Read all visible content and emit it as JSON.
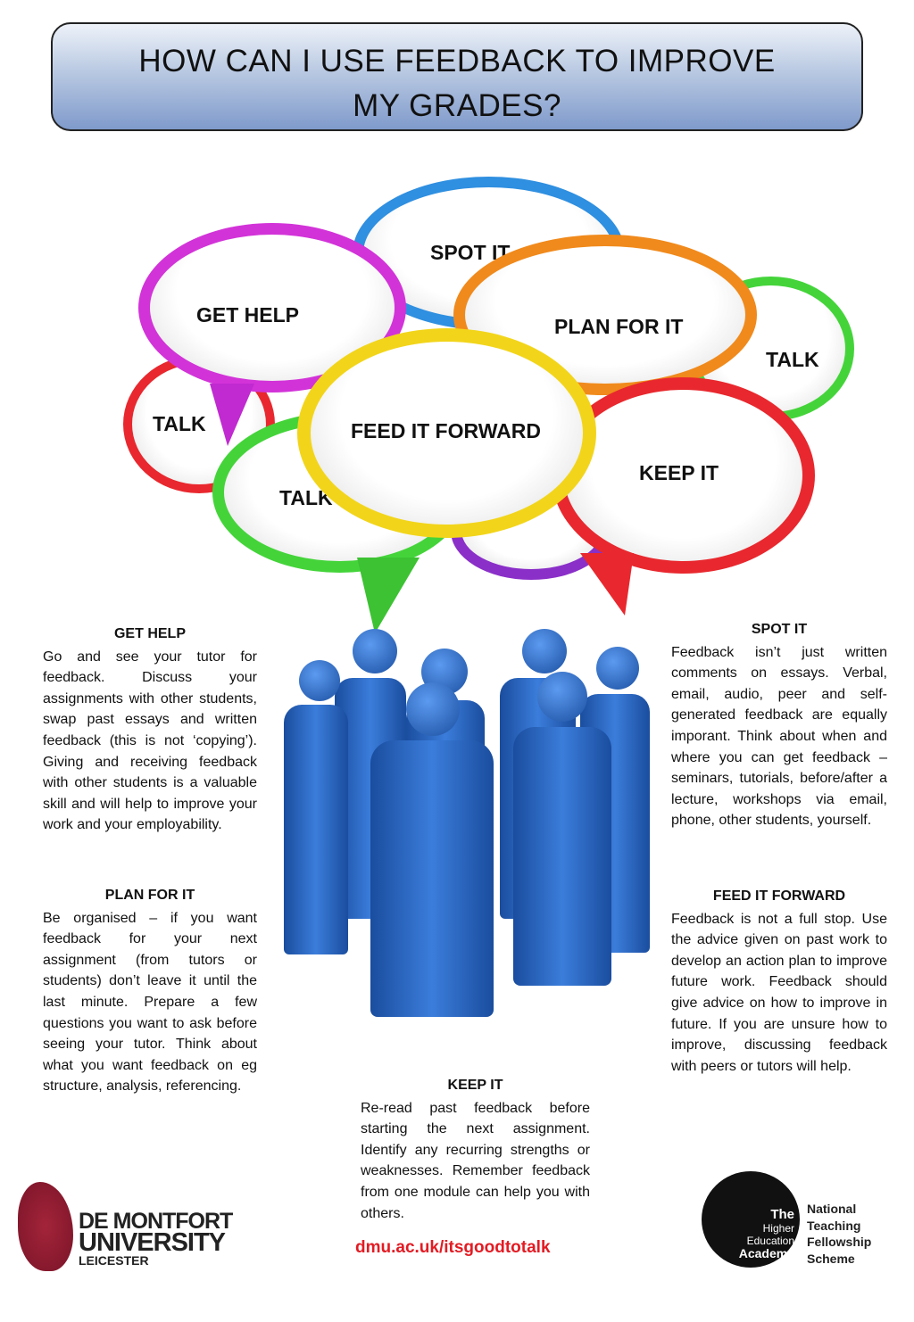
{
  "title": {
    "line1": "HOW CAN I USE FEEDBACK TO IMPROVE",
    "line2": "MY GRADES?"
  },
  "bubbles": {
    "spot_it": "SPOT IT",
    "get_help": "GET HELP",
    "plan_for_it": "PLAN FOR IT",
    "talk": "TALK",
    "feed_it_forward": "FEED IT FORWARD",
    "keep_it": "KEEP IT"
  },
  "sections": {
    "get_help": {
      "heading": "GET HELP",
      "body": "Go and see your tutor for feedback. Discuss your assignments with other students, swap past essays and written feedback (this is not ‘copying’). Giving and receiving feedback with other students is a valuable skill and will help to improve your work and your employability."
    },
    "plan_for_it": {
      "heading": "PLAN FOR IT",
      "body": "Be organised – if you want feedback for your next assignment (from tutors or students) don’t leave it until the last minute. Prepare a few questions you want to ask before seeing your tutor. Think about what you want feedback on eg structure, analysis, referencing."
    },
    "spot_it": {
      "heading": "SPOT IT",
      "body": "Feedback isn’t just written comments on essays. Verbal, email, audio, peer and self-generated feedback are equally imporant. Think about when and where you can get feedback – seminars, tutorials, before/after a lecture, workshops via email, phone, other students, yourself."
    },
    "feed_it_forward": {
      "heading": "FEED IT FORWARD",
      "body": "Feedback is not a full stop. Use the advice given on past work to develop an action plan to improve future work. Feedback should give advice on how to improve in future. If you are unsure how to improve, discussing feedback with peers or tutors will help."
    },
    "keep_it": {
      "heading": "KEEP IT",
      "body": "Re-read past feedback before starting the next assignment. Identify any recurring strengths or weaknesses. Remember feedback from one module can help you with others."
    }
  },
  "url": "dmu.ac.uk/itsgoodtotalk",
  "dmu_logo": {
    "line1": "DE MONTFORT",
    "line2": "UNIVERSITY",
    "line3": "LEICESTER"
  },
  "hea_logo": {
    "the": "The",
    "higher": "Higher",
    "education": "Education",
    "academy": "Academy",
    "ntfs1": "National",
    "ntfs2": "Teaching",
    "ntfs3": "Fellowship",
    "ntfs4": "Scheme"
  },
  "colors": {
    "blue": "#2f8fe0",
    "magenta": "#d233d8",
    "orange": "#f08a1c",
    "green": "#44d43a",
    "red": "#e8282e",
    "yellow": "#f2d51b",
    "purple": "#8a2fc8",
    "people": "#2a63c0",
    "url": "#e31b23"
  }
}
